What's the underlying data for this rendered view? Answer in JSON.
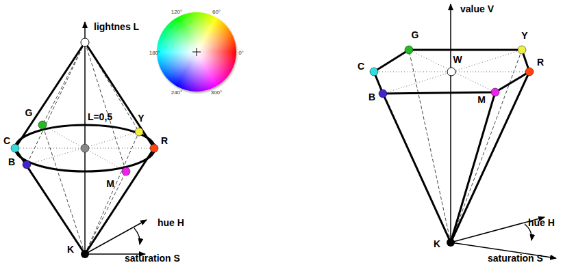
{
  "diagram": {
    "labels": [
      "lightnes L",
      "120°",
      "60°",
      "180°",
      "0°",
      "240°",
      "300°",
      "G",
      "Y",
      "L=0,5",
      "C",
      "R",
      "B",
      "M",
      "hue H",
      "K",
      "saturation S",
      "value V",
      "G",
      "Y",
      "C",
      "W",
      "R",
      "B",
      "M",
      "hue H",
      "K",
      "saturation S"
    ]
  }
}
